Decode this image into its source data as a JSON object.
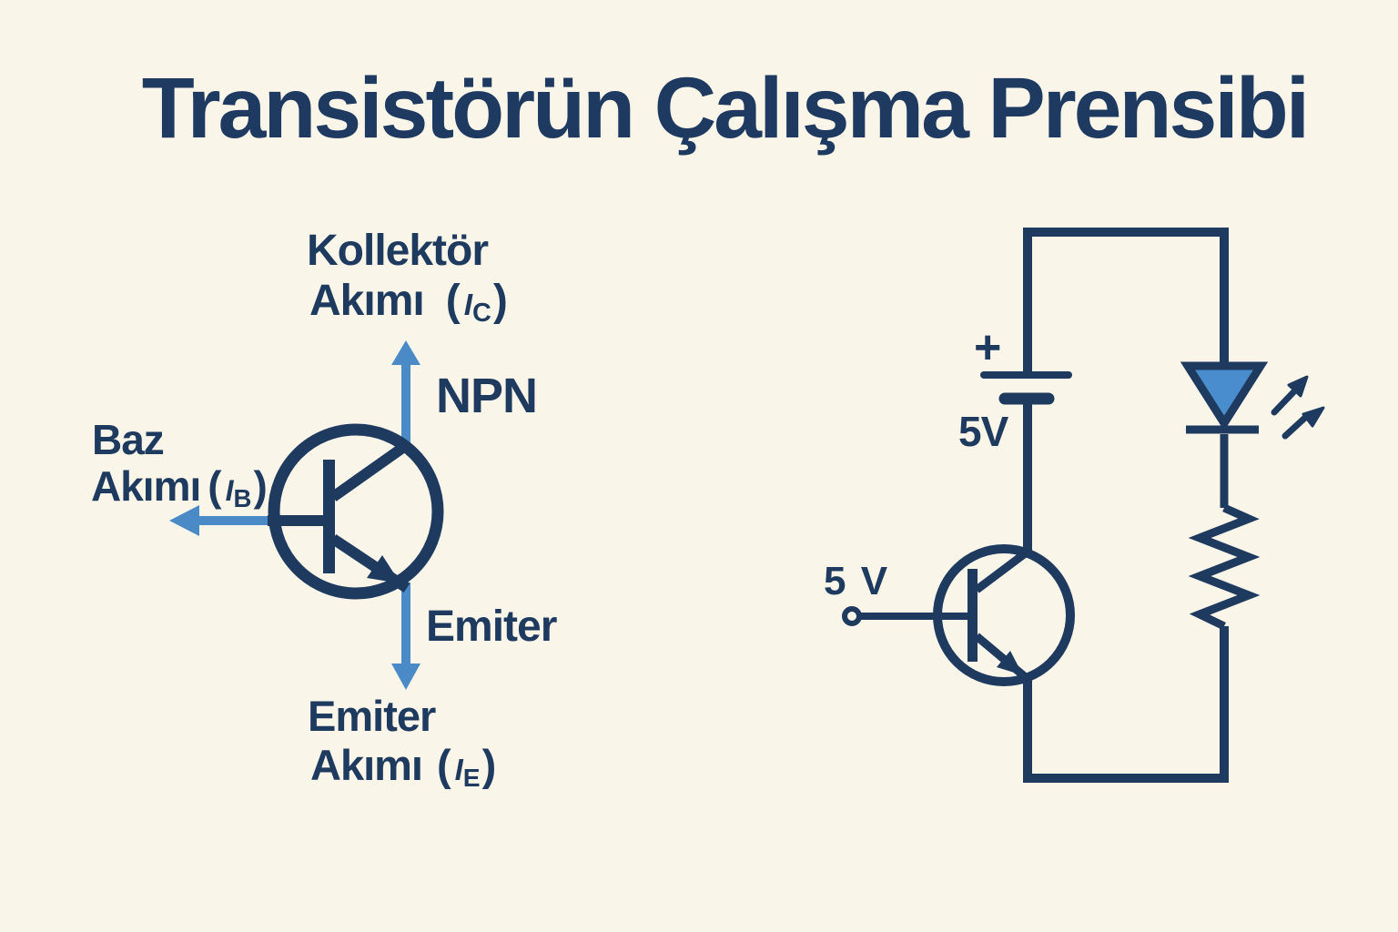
{
  "title": "Transistörün Çalışma Prensibi",
  "colors": {
    "background": "#faf5e9",
    "ink_navy": "#1e3a5f",
    "arrow_blue": "#4a8ac7",
    "led_fill": "#4a8dce"
  },
  "transistor_diagram": {
    "type_label": "NPN",
    "collector_label_line1": "Kollektör",
    "collector_label_line2": "Akımı",
    "collector_subscript": "C",
    "base_label_line1": "Baz",
    "base_label_line2": "Akımı",
    "base_subscript": "B",
    "emitter_pin_label": "Emiter",
    "emitter_label_line1": "Emiter",
    "emitter_label_line2": "Akımı",
    "emitter_subscript": "E",
    "current_symbol": "I",
    "paren_open": "(",
    "paren_close": ")"
  },
  "circuit": {
    "battery_plus": "+",
    "battery_voltage": "5V",
    "base_input_voltage": "5 V"
  }
}
